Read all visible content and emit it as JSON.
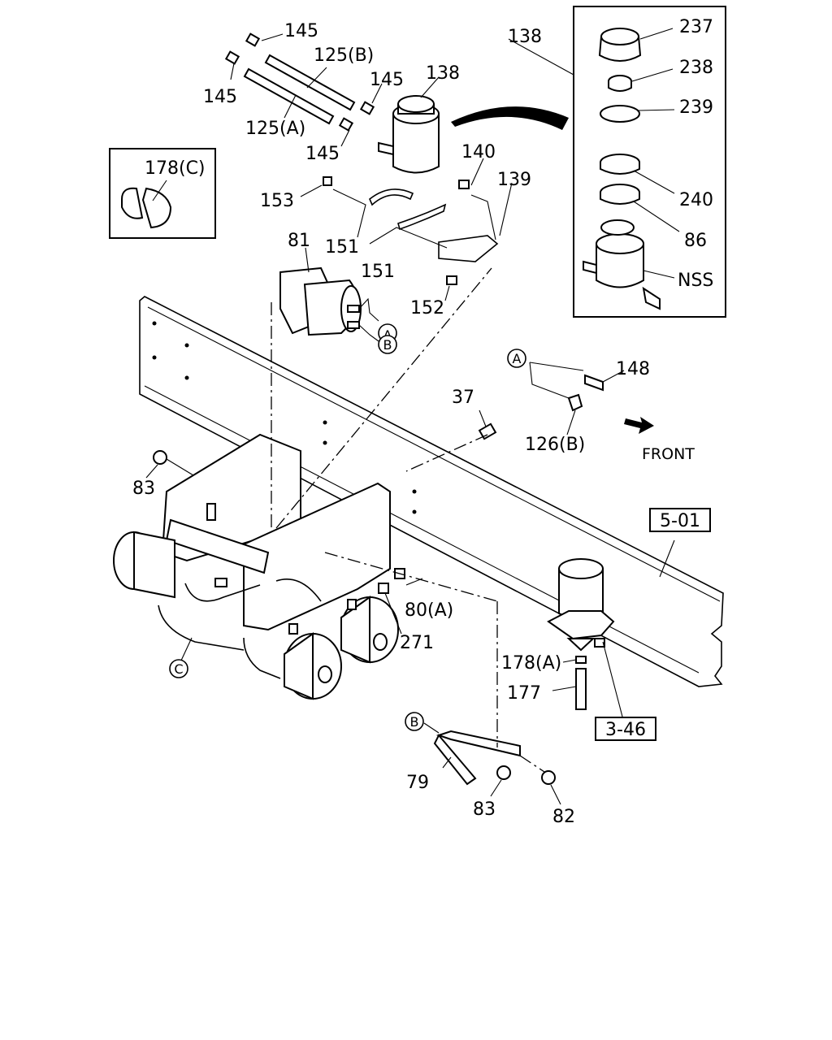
{
  "callouts": {
    "c145a": "145",
    "c145b": "145",
    "c145c": "145",
    "c145d": "145",
    "c125b": "125(B)",
    "c125a": "125(A)",
    "c138a": "138",
    "c138b": "138",
    "c237": "237",
    "c238": "238",
    "c239": "239",
    "c240": "240",
    "c86": "86",
    "cnss": "NSS",
    "c178c": "178(C)",
    "c140": "140",
    "c139": "139",
    "c153": "153",
    "c151a": "151",
    "c151b": "151",
    "c81": "81",
    "c152": "152",
    "c148": "148",
    "c37": "37",
    "c126b": "126(B)",
    "c83a": "83",
    "c80a": "80(A)",
    "c271": "271",
    "c178a": "178(A)",
    "c177": "177",
    "c79": "79",
    "c83b": "83",
    "c82": "82"
  },
  "markers": {
    "a1": "A",
    "b1": "B",
    "a2": "A",
    "b2": "B",
    "c1": "C"
  },
  "refs": {
    "r501": "5-01",
    "r346": "3-46"
  },
  "front_label": "FRONT"
}
